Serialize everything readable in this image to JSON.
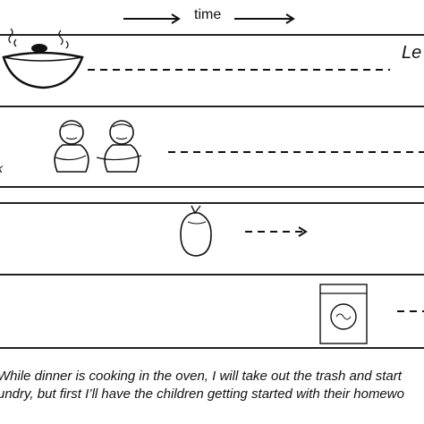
{
  "header": {
    "time_label": "time"
  },
  "lanes": [
    {
      "label": "Le",
      "icon": "pot-icon"
    },
    {
      "label": "k",
      "icon": "children-icon"
    },
    {
      "label": "",
      "icon": "trash-bag-icon"
    },
    {
      "label": "",
      "icon": "washing-machine-icon"
    }
  ],
  "caption": {
    "line1": "While dinner is cooking in the oven, I will take out the trash and start",
    "line2": "undry, but first I’ll have the children getting started with their homewo"
  }
}
